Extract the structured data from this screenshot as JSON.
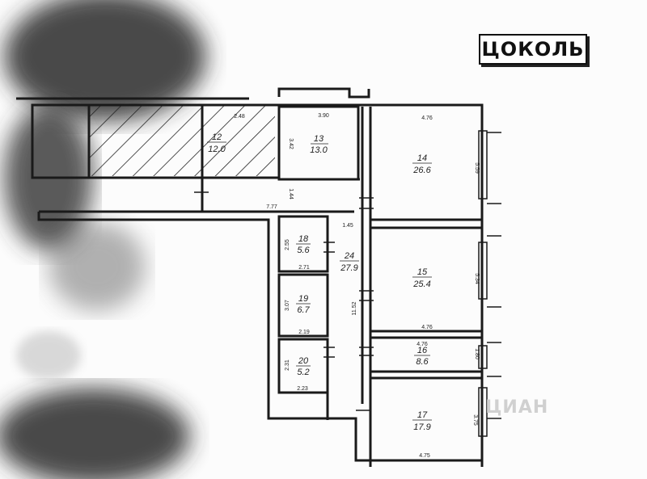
{
  "title": "ЦОКОЛЬ",
  "watermark": "ЦИАН",
  "rooms": [
    {
      "number": "13",
      "area": "13.0"
    },
    {
      "number": "14",
      "area": "26.6"
    },
    {
      "number": "15",
      "area": "25.4"
    },
    {
      "number": "16",
      "area": "8.6"
    },
    {
      "number": "17",
      "area": "17.9"
    },
    {
      "number": "18",
      "area": "5.6"
    },
    {
      "number": "19",
      "area": "6.7"
    },
    {
      "number": "20",
      "area": "5.2"
    },
    {
      "number": "24",
      "area": "27.9"
    },
    {
      "number": "12",
      "area": "12.0"
    }
  ],
  "dimensions": [
    "3.90",
    "4.76",
    "5.59",
    "7.77",
    "1.45",
    "2.55",
    "2.71",
    "3.07",
    "2.19",
    "2.31",
    "2.23",
    "11.52",
    "5.34",
    "4.76",
    "1.80",
    "4.76",
    "3.75",
    "4.75",
    "3.42",
    "2.48",
    "1.44"
  ]
}
